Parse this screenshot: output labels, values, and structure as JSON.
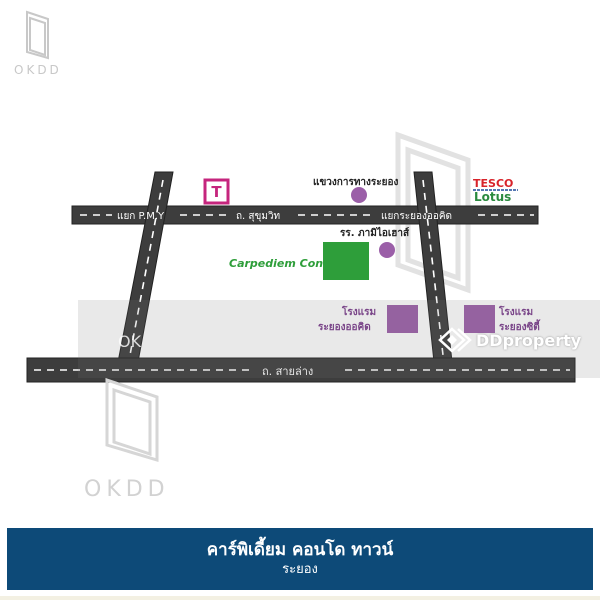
{
  "watermark": {
    "brand_small": "OKDD",
    "brand_large": "OKDD",
    "band_left_text": "OK",
    "dd_brand": "DDproperty"
  },
  "map": {
    "roads": {
      "upper_left": "แยก P.M.Y",
      "upper_mid": "ถ. สุขุมวิท",
      "upper_right": "แยกระยองออคิด",
      "lower": "ถ. สายล่าง"
    },
    "landmarks": {
      "highway_office": "แขวงการทางระยอง",
      "school": "รร. ภามิไอเฮาส์",
      "project": "Carpediem Condo",
      "hotel_orchid_line1": "โรงแรม",
      "hotel_orchid_line2": "ระยองออคิด",
      "hotel_city_line1": "โรงแรม",
      "hotel_city_line2": "ระยองซิตี้",
      "tesco_line1": "TESCO",
      "tesco_line2": "Lotus",
      "hospital_symbol": "T"
    },
    "colors": {
      "road": "#3d3d3d",
      "road_dash": "#ffffff",
      "landmark_purple": "#9b5fa8",
      "project_green": "#2e9e3a",
      "label_dark": "#222222",
      "label_purple": "#7a3b8c",
      "tesco_red": "#d8232a",
      "tesco_blue": "#1e4c9a",
      "lotus_green": "#2a8a3e",
      "icon_magenta": "#c5257d"
    }
  },
  "footer": {
    "title": "คาร์พิเดี้ยม คอนโด ทาวน์",
    "subtitle": "ระยอง",
    "bg_color": "#0d4a78"
  }
}
